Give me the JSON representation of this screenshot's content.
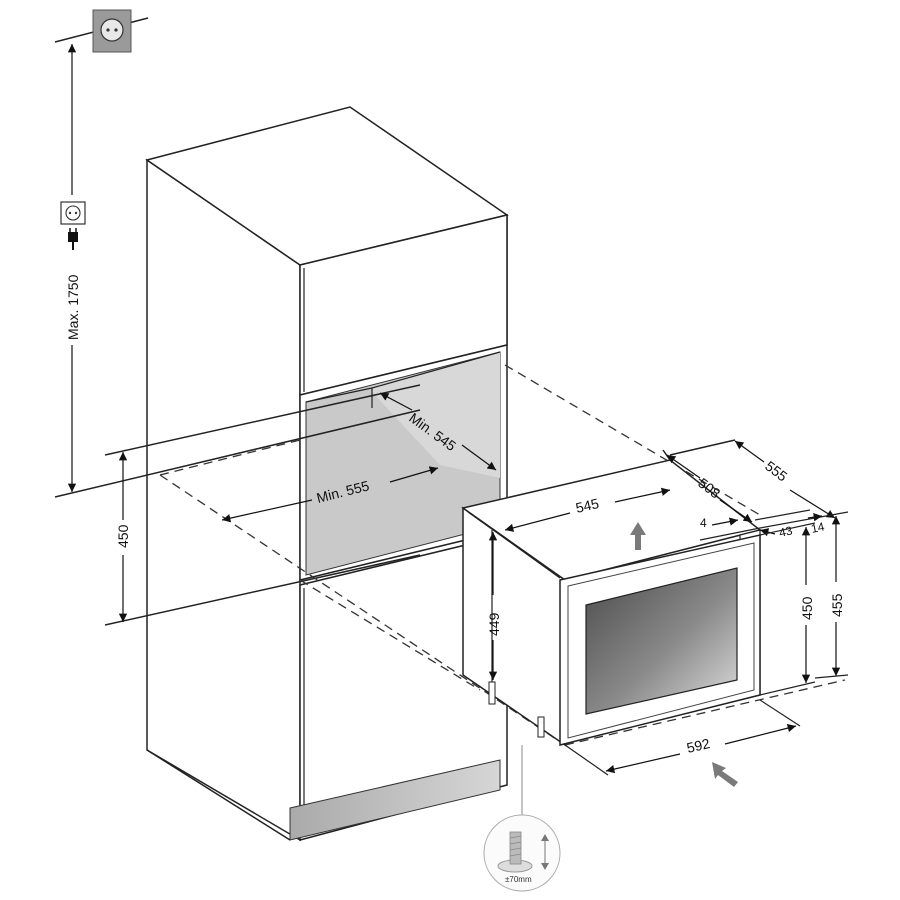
{
  "labels": {
    "max_height": "Max. 1750",
    "niche_height": "450",
    "niche_depth": "Min. 545",
    "niche_width": "Min. 555",
    "body_width": "545",
    "body_depth": "508",
    "total_depth": "555",
    "door_gap": "4",
    "door_thickness": "43",
    "panel_offset": "14",
    "body_height": "449",
    "door_height": "450",
    "total_height": "455",
    "door_width": "592",
    "foot_adjust": "±70mm"
  },
  "colors": {
    "niche_shade": "#c9c9c9",
    "glass_dark": "#555555",
    "arrow_gray": "#7a7a7a"
  },
  "icons": [
    "wall-socket-icon",
    "socket-icon",
    "plug-icon",
    "airflow-up-arrow-icon",
    "airflow-in-arrow-icon",
    "adjustable-foot-icon"
  ]
}
